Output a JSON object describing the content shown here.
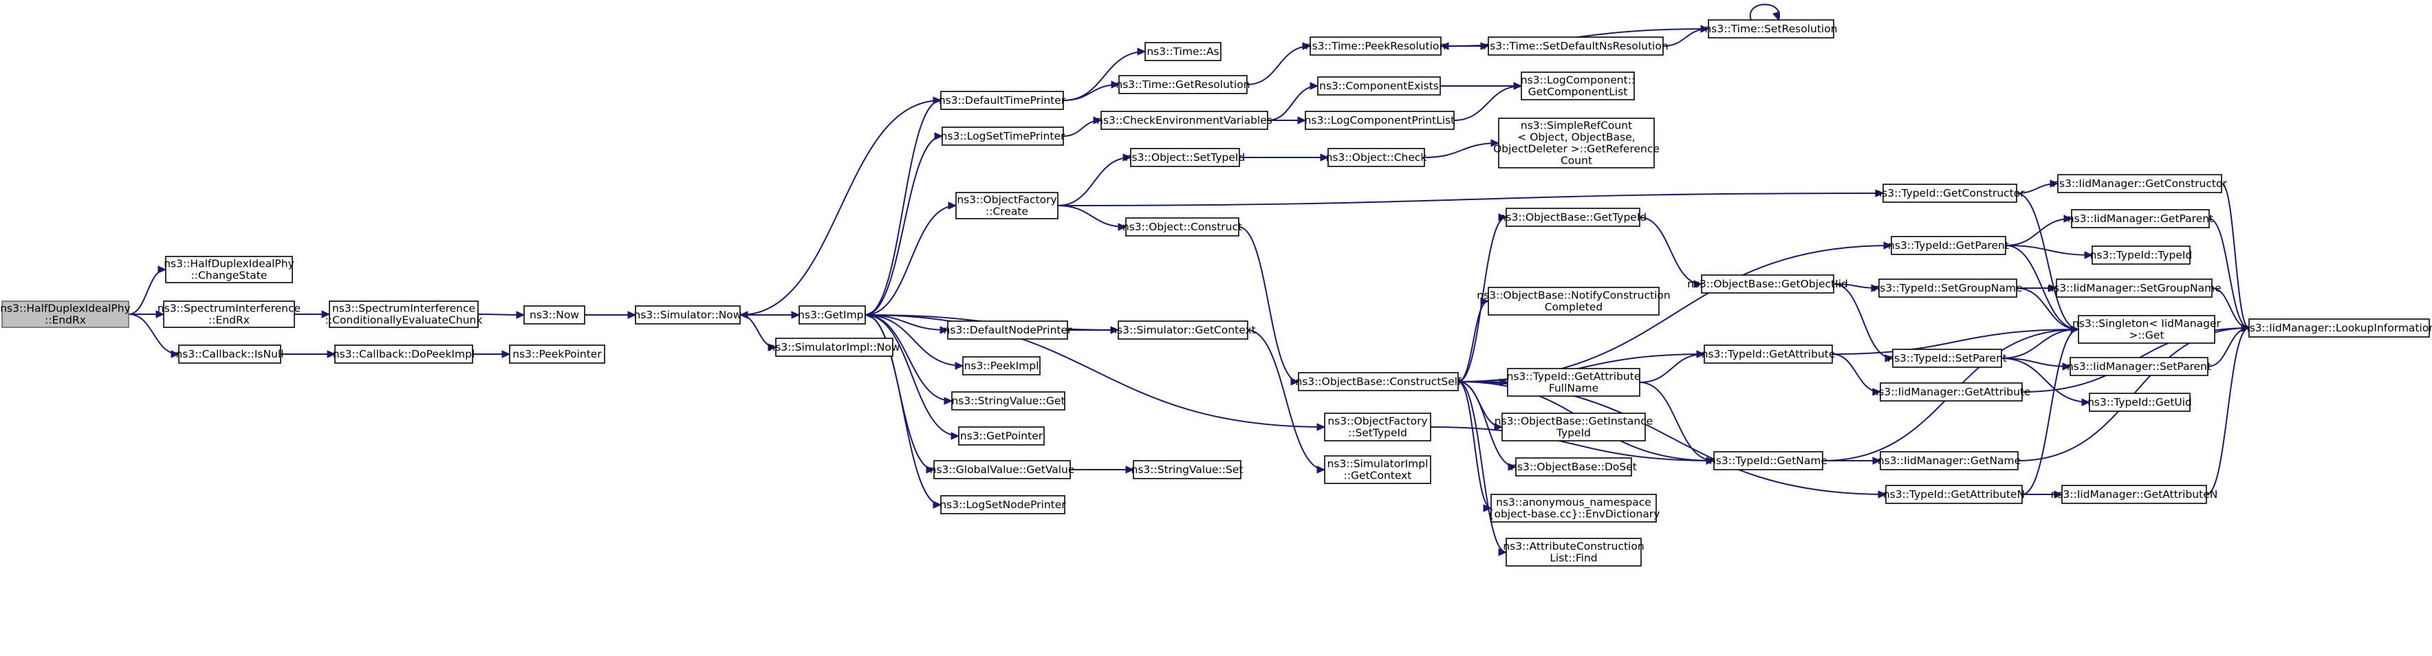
{
  "graph": {
    "root": "n0",
    "nodes": [
      {
        "id": "n0",
        "label": "ns3::HalfDuplexIdealPhy\n::EndRx"
      },
      {
        "id": "n1",
        "label": "ns3::HalfDuplexIdealPhy\n::ChangeState"
      },
      {
        "id": "n2",
        "label": "ns3::SpectrumInterference\n::EndRx"
      },
      {
        "id": "n3",
        "label": "ns3::SpectrumInterference\n::ConditionallyEvaluateChunk"
      },
      {
        "id": "n4",
        "label": "ns3::Now"
      },
      {
        "id": "n5",
        "label": "ns3::Simulator::Now"
      },
      {
        "id": "n6",
        "label": "ns3::GetImpl"
      },
      {
        "id": "n7",
        "label": "ns3::SimulatorImpl::Now"
      },
      {
        "id": "n8",
        "label": "ns3::Callback::IsNull"
      },
      {
        "id": "n9",
        "label": "ns3::Callback::DoPeekImpl"
      },
      {
        "id": "n10",
        "label": "ns3::PeekPointer"
      },
      {
        "id": "n11",
        "label": "ns3::DefaultTimePrinter"
      },
      {
        "id": "n12",
        "label": "ns3::Time::As"
      },
      {
        "id": "n13",
        "label": "ns3::Time::GetResolution"
      },
      {
        "id": "n14",
        "label": "ns3::Time::PeekResolution"
      },
      {
        "id": "n15",
        "label": "ns3::Time::SetDefaultNsResolution"
      },
      {
        "id": "n16",
        "label": "ns3::Time::SetResolution"
      },
      {
        "id": "n17",
        "label": "ns3::LogSetTimePrinter"
      },
      {
        "id": "n18",
        "label": "ns3::CheckEnvironmentVariables"
      },
      {
        "id": "n19",
        "label": "ns3::ComponentExists"
      },
      {
        "id": "n20",
        "label": "ns3::LogComponent::\nGetComponentList"
      },
      {
        "id": "n21",
        "label": "ns3::LogComponentPrintList"
      },
      {
        "id": "n22",
        "label": "ns3::ObjectFactory\n::Create"
      },
      {
        "id": "n23",
        "label": "ns3::Object::SetTypeId"
      },
      {
        "id": "n24",
        "label": "ns3::Object::Check"
      },
      {
        "id": "n25",
        "label": "ns3::SimpleRefCount\n< Object, ObjectBase,\nObjectDeleter >::GetReference\nCount"
      },
      {
        "id": "n26",
        "label": "ns3::Object::Construct"
      },
      {
        "id": "n27",
        "label": "ns3::DefaultNodePrinter"
      },
      {
        "id": "n28",
        "label": "ns3::Simulator::GetContext"
      },
      {
        "id": "n29",
        "label": "ns3::PeekImpl"
      },
      {
        "id": "n30",
        "label": "ns3::StringValue::Get"
      },
      {
        "id": "n31",
        "label": "ns3::GetPointer"
      },
      {
        "id": "n32",
        "label": "ns3::GlobalValue::GetValue"
      },
      {
        "id": "n33",
        "label": "ns3::StringValue::Set"
      },
      {
        "id": "n34",
        "label": "ns3::LogSetNodePrinter"
      },
      {
        "id": "n35",
        "label": "ns3::ObjectBase::ConstructSelf"
      },
      {
        "id": "n36",
        "label": "ns3::ObjectFactory\n::SetTypeId"
      },
      {
        "id": "n37",
        "label": "ns3::SimulatorImpl\n::GetContext"
      },
      {
        "id": "n38",
        "label": "ns3::ObjectBase::GetTypeId"
      },
      {
        "id": "n39",
        "label": "ns3::ObjectBase::NotifyConstruction\nCompleted"
      },
      {
        "id": "n40",
        "label": "ns3::TypeId::GetAttribute\nFullName"
      },
      {
        "id": "n41",
        "label": "ns3::ObjectBase::GetInstance\nTypeId"
      },
      {
        "id": "n42",
        "label": "ns3::ObjectBase::DoSet"
      },
      {
        "id": "n43",
        "label": "ns3::anonymous_namespace\n{object-base.cc}::EnvDictionary"
      },
      {
        "id": "n44",
        "label": "ns3::AttributeConstruction\nList::Find"
      },
      {
        "id": "n45",
        "label": "ns3::ObjectBase::GetObjectIid"
      },
      {
        "id": "n46",
        "label": "ns3::TypeId::GetAttribute"
      },
      {
        "id": "n47",
        "label": "ns3::TypeId::GetName"
      },
      {
        "id": "n48",
        "label": "ns3::TypeId::GetAttributeN"
      },
      {
        "id": "n49",
        "label": "ns3::TypeId::GetConstructor"
      },
      {
        "id": "n50",
        "label": "ns3::TypeId::GetParent"
      },
      {
        "id": "n51",
        "label": "ns3::TypeId::SetGroupName"
      },
      {
        "id": "n52",
        "label": "ns3::TypeId::SetParent"
      },
      {
        "id": "n53",
        "label": "ns3::IidManager::GetAttribute"
      },
      {
        "id": "n54",
        "label": "ns3::IidManager::GetName"
      },
      {
        "id": "n55",
        "label": "ns3::IidManager::GetConstructor"
      },
      {
        "id": "n56",
        "label": "ns3::IidManager::GetParent"
      },
      {
        "id": "n57",
        "label": "ns3::TypeId::TypeId"
      },
      {
        "id": "n58",
        "label": "ns3::IidManager::SetGroupName"
      },
      {
        "id": "n59",
        "label": "ns3::Singleton< IidManager\n>::Get"
      },
      {
        "id": "n60",
        "label": "ns3::IidManager::SetParent"
      },
      {
        "id": "n61",
        "label": "ns3::TypeId::GetUid"
      },
      {
        "id": "n62",
        "label": "ns3::IidManager::GetAttributeN"
      },
      {
        "id": "n63",
        "label": "ns3::IidManager::LookupInformation"
      }
    ],
    "edges": [
      [
        "n0",
        "n1"
      ],
      [
        "n0",
        "n2"
      ],
      [
        "n0",
        "n8"
      ],
      [
        "n2",
        "n3"
      ],
      [
        "n3",
        "n4"
      ],
      [
        "n4",
        "n5"
      ],
      [
        "n5",
        "n6"
      ],
      [
        "n5",
        "n7"
      ],
      [
        "n8",
        "n9"
      ],
      [
        "n9",
        "n10"
      ],
      [
        "n6",
        "n11"
      ],
      [
        "n6",
        "n17"
      ],
      [
        "n6",
        "n22"
      ],
      [
        "n6",
        "n27"
      ],
      [
        "n6",
        "n29"
      ],
      [
        "n6",
        "n30"
      ],
      [
        "n6",
        "n31"
      ],
      [
        "n6",
        "n32"
      ],
      [
        "n6",
        "n34"
      ],
      [
        "n11",
        "n5"
      ],
      [
        "n11",
        "n12"
      ],
      [
        "n11",
        "n13"
      ],
      [
        "n13",
        "n14"
      ],
      [
        "n14",
        "n15"
      ],
      [
        "n15",
        "n16"
      ],
      [
        "n16",
        "n14"
      ],
      [
        "n16",
        "n16"
      ],
      [
        "n17",
        "n18"
      ],
      [
        "n18",
        "n19"
      ],
      [
        "n18",
        "n21"
      ],
      [
        "n19",
        "n20"
      ],
      [
        "n21",
        "n20"
      ],
      [
        "n22",
        "n23"
      ],
      [
        "n22",
        "n26"
      ],
      [
        "n22",
        "n49"
      ],
      [
        "n23",
        "n24"
      ],
      [
        "n24",
        "n25"
      ],
      [
        "n26",
        "n35"
      ],
      [
        "n27",
        "n28"
      ],
      [
        "n28",
        "n6"
      ],
      [
        "n28",
        "n37"
      ],
      [
        "n32",
        "n33"
      ],
      [
        "n6",
        "n36"
      ],
      [
        "n36",
        "n47"
      ],
      [
        "n35",
        "n38"
      ],
      [
        "n35",
        "n39"
      ],
      [
        "n35",
        "n40"
      ],
      [
        "n35",
        "n41"
      ],
      [
        "n35",
        "n42"
      ],
      [
        "n35",
        "n43"
      ],
      [
        "n35",
        "n44"
      ],
      [
        "n35",
        "n46"
      ],
      [
        "n35",
        "n47"
      ],
      [
        "n35",
        "n48"
      ],
      [
        "n35",
        "n50"
      ],
      [
        "n38",
        "n45"
      ],
      [
        "n40",
        "n46"
      ],
      [
        "n40",
        "n47"
      ],
      [
        "n45",
        "n51"
      ],
      [
        "n45",
        "n52"
      ],
      [
        "n46",
        "n53"
      ],
      [
        "n46",
        "n59"
      ],
      [
        "n47",
        "n54"
      ],
      [
        "n47",
        "n59"
      ],
      [
        "n48",
        "n62"
      ],
      [
        "n48",
        "n59"
      ],
      [
        "n49",
        "n55"
      ],
      [
        "n49",
        "n59"
      ],
      [
        "n50",
        "n56"
      ],
      [
        "n50",
        "n57"
      ],
      [
        "n50",
        "n59"
      ],
      [
        "n51",
        "n58"
      ],
      [
        "n51",
        "n59"
      ],
      [
        "n52",
        "n60"
      ],
      [
        "n52",
        "n61"
      ],
      [
        "n52",
        "n59"
      ],
      [
        "n53",
        "n63"
      ],
      [
        "n54",
        "n63"
      ],
      [
        "n55",
        "n63"
      ],
      [
        "n56",
        "n63"
      ],
      [
        "n58",
        "n63"
      ],
      [
        "n60",
        "n63"
      ],
      [
        "n62",
        "n63"
      ]
    ]
  }
}
